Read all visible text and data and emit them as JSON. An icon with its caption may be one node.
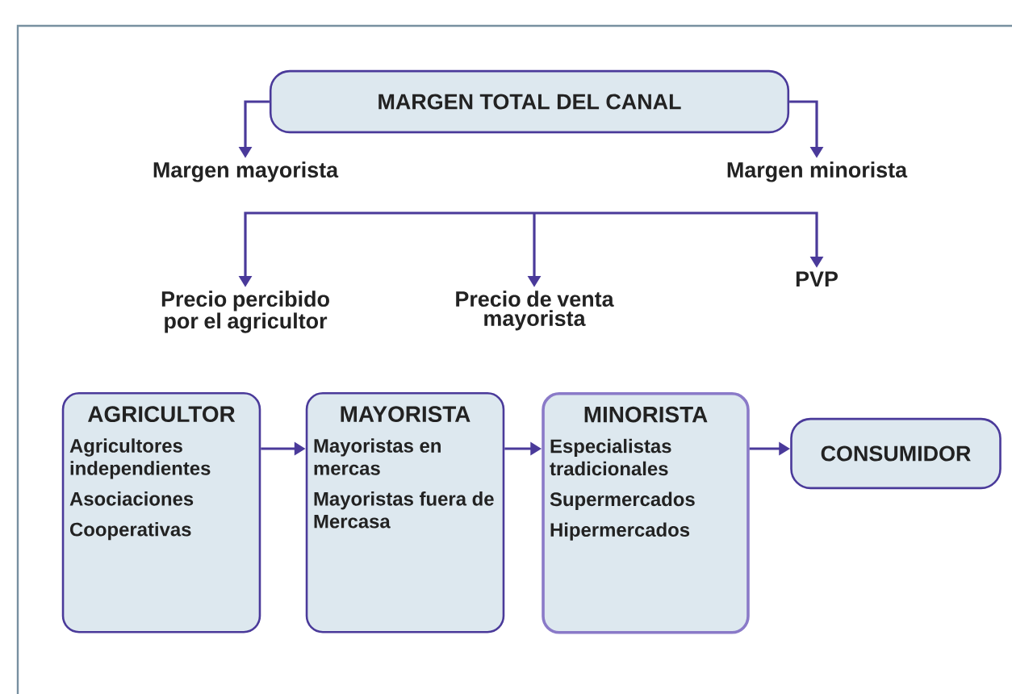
{
  "diagram": {
    "nodes": [
      {
        "text": [
          "MARGEN TOTAL DEL CANAL"
        ]
      },
      {
        "text": [
          "Margen mayorista"
        ]
      },
      {
        "text": [
          "Margen minorista"
        ]
      },
      {
        "text": [
          "Precio percibido por el agricultor"
        ]
      },
      {
        "text": [
          "Precio de venta mayorista"
        ]
      },
      {
        "text": [
          "PVP"
        ]
      },
      {
        "text": [
          "AGRICULTOR",
          "Agricultores independientes",
          "Asociaciones",
          "Cooperativas"
        ]
      },
      {
        "text": [
          "MAYORISTA",
          "Mayoristas en mercas",
          "Mayoristas fuera de Mercasa"
        ]
      },
      {
        "text": [
          "MINORISTA",
          "Especialistas tradicionales",
          "Supermercados",
          "Hipermercados"
        ]
      },
      {
        "text": [
          "CONSUMIDOR"
        ]
      }
    ],
    "edges": [
      {
        "from": 0,
        "to": 1,
        "arrow": "to"
      },
      {
        "from": 0,
        "to": 2,
        "arrow": "to"
      },
      {
        "from": null,
        "to": 3,
        "arrow": "to"
      },
      {
        "from": null,
        "to": 4,
        "arrow": "to"
      },
      {
        "from": null,
        "to": 5,
        "arrow": "to"
      },
      {
        "from": 6,
        "to": 7,
        "arrow": "to"
      },
      {
        "from": 7,
        "to": 8,
        "arrow": "to"
      },
      {
        "from": 8,
        "to": 9,
        "arrow": "to"
      }
    ]
  }
}
